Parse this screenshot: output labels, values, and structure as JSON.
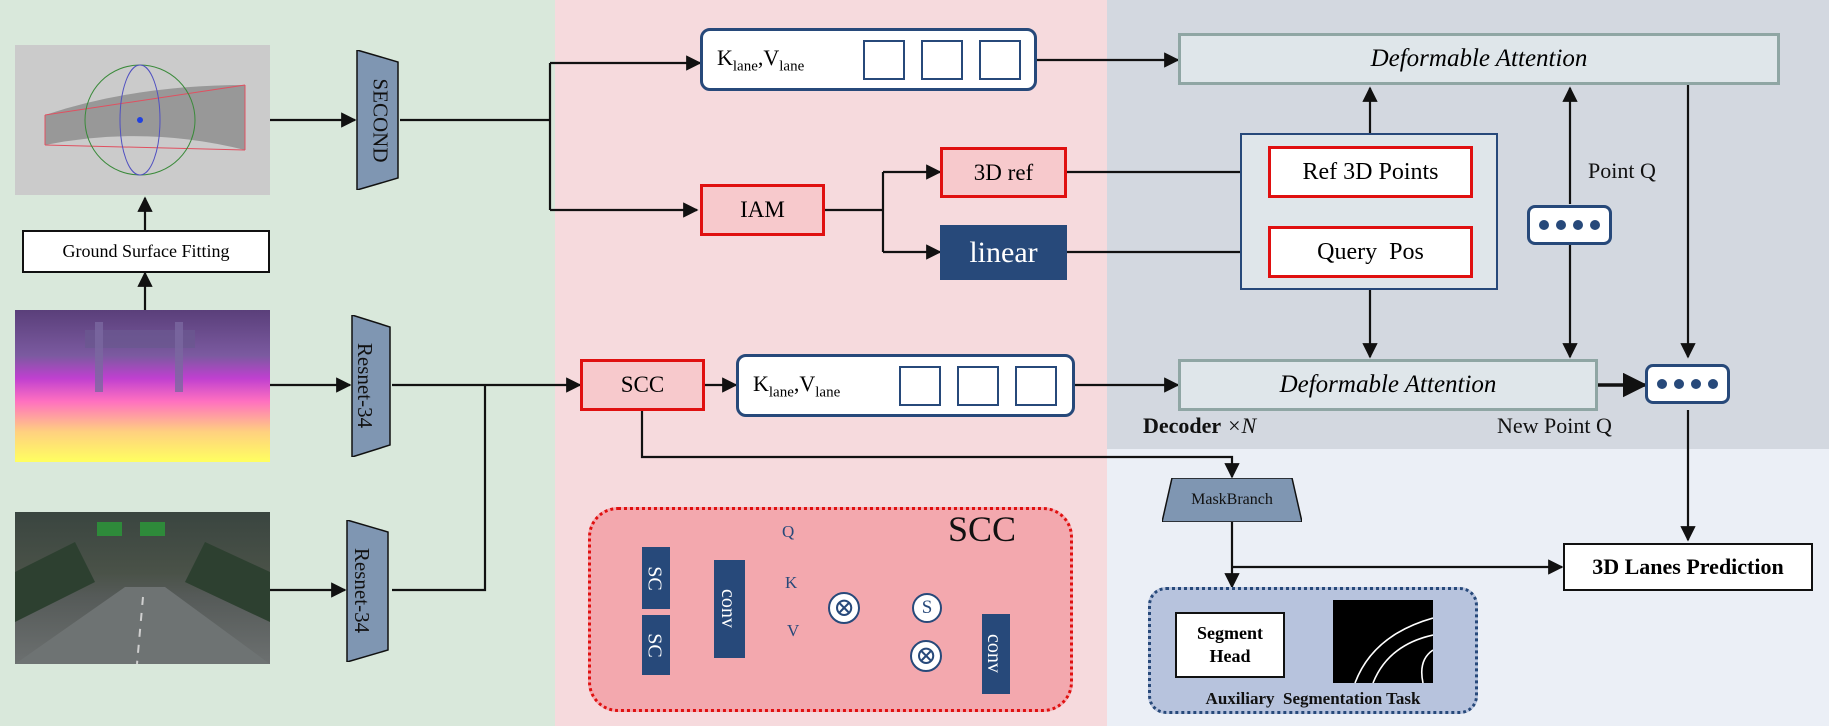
{
  "colors": {
    "bg_input": "#d9e8db",
    "bg_middle": "#f6dadd",
    "bg_decoder": "#d3d8e0",
    "bg_output": "#ebeff6",
    "navy": "#27497a",
    "red": "#e01010"
  },
  "inputs": {
    "ground_fitting": "Ground Surface Fitting",
    "second": "SECOND",
    "resnet_top": "Resnet-34",
    "resnet_bottom": "Resnet-34"
  },
  "middle": {
    "kv_top": {
      "k": "K",
      "k_sub": "lane",
      "v": "V",
      "v_sub": "lane"
    },
    "iam": "IAM",
    "ref3d": "3D ref",
    "linear": "linear",
    "scc": "SCC",
    "kv_bottom": {
      "k": "K",
      "k_sub": "lane",
      "v": "V",
      "v_sub": "lane"
    }
  },
  "scc_detail": {
    "title": "SCC",
    "sc1": "SC",
    "sc2": "SC",
    "conv1": "conv",
    "conv2": "conv",
    "q": "Q",
    "k": "K",
    "v": "V",
    "s": "S",
    "mult": "⊗"
  },
  "decoder": {
    "attn_top": "Deformable Attention",
    "ref_points": "Ref 3D Points",
    "query_pos": "Query  Pos",
    "point_q": "Point Q",
    "attn_bottom": "Deformable Attention",
    "decoder_label": "Decoder",
    "decoder_times": "×N",
    "new_point_q": "New Point Q"
  },
  "output": {
    "mask_branch": "MaskBranch",
    "segment_head_line1": "Segment",
    "segment_head_line2": "Head",
    "aux_task": "Auxiliary  Segmentation Task",
    "prediction": "3D Lanes Prediction"
  }
}
